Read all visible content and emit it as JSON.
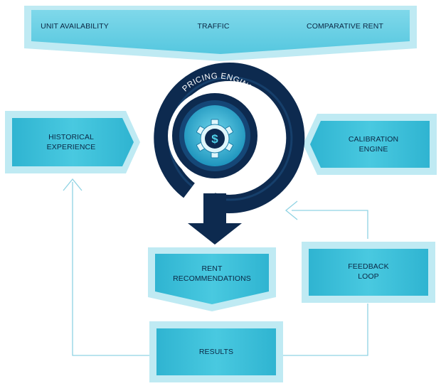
{
  "top_banner": {
    "items": [
      "UNIT AVAILABILITY",
      "TRAFFIC",
      "COMPARATIVE RENT"
    ]
  },
  "engine": {
    "title": "PRICING ENGINE",
    "symbol": "$"
  },
  "boxes": {
    "historical_line1": "HISTORICAL",
    "historical_line2": "EXPERIENCE",
    "calibration_line1": "CALIBRATION",
    "calibration_line2": "ENGINE",
    "rent_line1": "RENT",
    "rent_line2": "RECOMMENDATIONS",
    "feedback_line1": "FEEDBACK",
    "feedback_line2": "LOOP",
    "results": "RESULTS"
  },
  "colors": {
    "box_fill": "#3cc1da",
    "box_border": "#bfeaf3",
    "navy": "#0d2a4f",
    "connector": "#8fd3e3",
    "text": "#0a2744"
  }
}
